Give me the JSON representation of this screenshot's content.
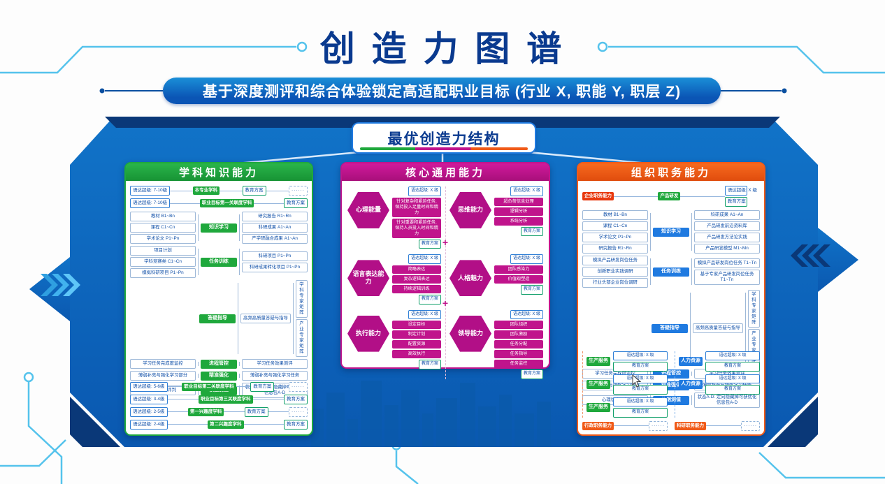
{
  "page": {
    "title": "创 造 力 图 谱",
    "banner": "基于深度测评和综合体验锁定高适配职业目标 (行业 X, 职能 Y, 职层 Z)",
    "center_node": "最优创造力结构"
  },
  "colors": {
    "navy": "#0a3a8f",
    "panel_blue": "#0e6cc0",
    "green": "#1fa83c",
    "magenta": "#c0148c",
    "orange": "#f05a18",
    "red": "#e8380d",
    "link_blue": "#1f7ae0",
    "circuit_blue": "#55c3ec"
  },
  "left_panel": {
    "title": "学科知识能力",
    "rows_top": [
      {
        "level": "语达超级: 7-10级",
        "subject": "本专业学科",
        "plan": "教育方案",
        "more": "······"
      },
      {
        "level": "语达超级: 7-10级",
        "subject": "职业目标第一关联度学科",
        "plan": "教育方案"
      }
    ],
    "tree": [
      {
        "inputs": [
          "教材 B1~Bn",
          "课程 C1~Cn",
          "学术论文 P1~Pn"
        ],
        "node": "知识学习",
        "outputs": [
          "研究报告 R1~Rn",
          "科研成果 A1~An",
          "产学研融合成果 A1~An"
        ]
      },
      {
        "inputs": [
          "项目计划",
          "学科竞赛类 C1~Cn",
          "模拟科研项目 P1~Pn"
        ],
        "node": "任务训练",
        "outputs": [
          "科研项目 P1~Pn",
          "科研成果转化项目 P1~Pn"
        ]
      },
      {
        "node": "答疑指导",
        "mid": "高频高质量答疑与指导",
        "outputs": [
          "学科专家矩阵",
          "产业专家矩阵"
        ]
      },
      {
        "inputs": [
          "学习任务完成度监控"
        ],
        "node": "进程管控",
        "outputs": [
          "学习任务效果测评"
        ]
      },
      {
        "inputs": [
          "薄弱补充与强化学习部分"
        ],
        "node": "精准强化",
        "outputs": [
          "薄弱补充与强化学习任务"
        ]
      },
      {
        "inputs": [
          "心理状态评判"
        ],
        "node": "依据测值",
        "outputs": [
          "状态A-D: 定向隐藏掉可获优化信息包A-D"
        ]
      }
    ],
    "rows_bottom": [
      {
        "level": "语达超级: 5-6级",
        "subject": "职业目标第二关联度学科",
        "plan": "教育方案",
        "more": "······"
      },
      {
        "level": "语达超级: 3-4级",
        "subject": "职业目标第三关联度学科",
        "plan": "教育方案"
      },
      {
        "level": "语达超级: 2-5级",
        "subject": "第一兴趣度学科",
        "plan": "教育方案",
        "more": "······"
      },
      {
        "level": "语达超级: 2-4级",
        "subject": "第二兴趣度学科",
        "plan": "教育方案"
      }
    ]
  },
  "middle_panel": {
    "title": "核心通用能力",
    "groups": [
      {
        "name": "心理能量",
        "level": "语达超级: X 级",
        "items": [
          "针对复杂和紧迫任务, 保持投入足量时间和精力",
          "针对重要和紧迫任务, 保持人员投入时间和精力"
        ],
        "plan": "教育方案"
      },
      {
        "name": "思维能力",
        "level": "语达超级: X 级",
        "items": [
          "超负荷信息处理",
          "逻辑分析",
          "系统分析"
        ],
        "plan": "教育方案"
      },
      {
        "name": "语言表达能力",
        "level": "语达超级: X 级",
        "items": [
          "简略表达",
          "复杂逻辑表达",
          "持续逻辑训练"
        ],
        "plan": "教育方案"
      },
      {
        "name": "人格魅力",
        "level": "语达超级: X 级",
        "items": [
          "团队感染力",
          "价值观塑造"
        ],
        "plan": "教育方案"
      },
      {
        "name": "执行能力",
        "level": "语达超级: X 级",
        "items": [
          "设定目标",
          "制定计划",
          "配置资源",
          "高效执行"
        ],
        "plan": "教育方案"
      },
      {
        "name": "领导能力",
        "level": "语达超级: X 级",
        "items": [
          "团队组织",
          "团队激励",
          "任务分配",
          "任务指导",
          "任务监控"
        ],
        "plan": "教育方案"
      }
    ]
  },
  "right_panel": {
    "title": "组织职务能力",
    "top": {
      "dept": "企业职务能力",
      "role": "产品研发",
      "level": "语达超级: X 级",
      "plan": "教育方案"
    },
    "tree": [
      {
        "inputs": [
          "教材 B1~Bn",
          "课程 C1~Cn",
          "学术论文 P1~Pn",
          "研究报告 R1~Rn"
        ],
        "node": "知识学习",
        "outputs": [
          "科研成果 A1~An",
          "产品研发前沿资料库",
          "产品研发方法论实践",
          "产品研发模型 M1~Mn"
        ]
      },
      {
        "inputs": [
          "模拟产品研发岗位任务",
          "创新职业实践调研",
          "行业头部企业岗位调研"
        ],
        "node": "任务训练",
        "outputs": [
          "模拟产品研发岗位任务 T1~Tn",
          "基于专家产品研发岗位任务 T1~Tn"
        ]
      },
      {
        "node": "答疑指导",
        "mid": "高频高质量答疑与指导",
        "outputs": [
          "学科专家矩阵",
          "产业专家矩阵"
        ]
      },
      {
        "inputs": [
          "学习任务完成度监控"
        ],
        "node": "进程管控",
        "outputs": [
          "学习任务效果测评"
        ]
      },
      {
        "inputs": [
          "薄弱补充与强化学习部分"
        ],
        "node": "精准强化",
        "outputs": [
          "薄弱补充与强化学习任务"
        ]
      },
      {
        "inputs": [
          "心理状态评判"
        ],
        "node": "依据测值",
        "outputs": [
          "状态A-D: 定向隐藏掉可获优化信息包A-D"
        ]
      }
    ],
    "services_left": [
      {
        "name": "生产服务",
        "level": "语达超级: X 级",
        "plan": "教育方案"
      },
      {
        "name": "生产服务",
        "level": "语达超级: X 级",
        "plan": "教育方案"
      },
      {
        "name": "生产服务",
        "level": "语达超级: X 级",
        "plan": "教育方案"
      }
    ],
    "services_right": [
      {
        "name": "人力资源",
        "level": "语达超级: X 级",
        "plan": "教育方案"
      },
      {
        "name": "人力资源",
        "level": "语达超级: X 级",
        "plan": "教育方案"
      }
    ],
    "bottom": [
      {
        "name": "行政职务能力",
        "more": "······"
      },
      {
        "name": "科研职务能力",
        "more": "······"
      }
    ]
  }
}
